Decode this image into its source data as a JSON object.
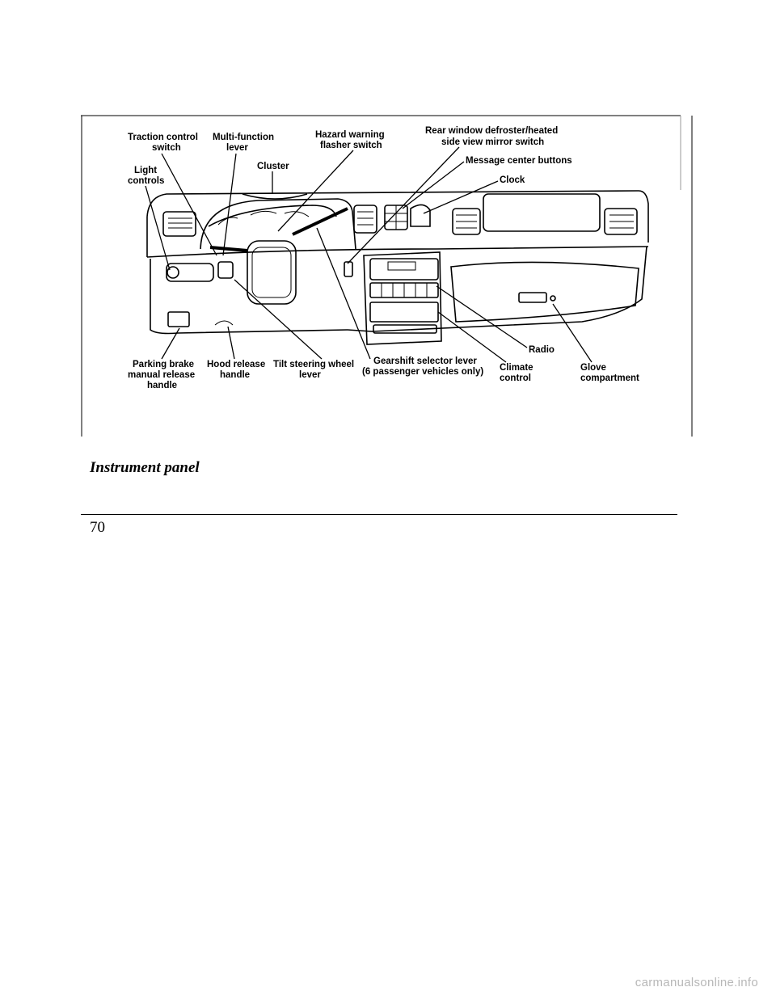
{
  "figure": {
    "labels": {
      "traction_l1": "Traction control",
      "traction_l2": "switch",
      "multifunction_l1": "Multi-function",
      "multifunction_l2": "lever",
      "hazard_l1": "Hazard warning",
      "hazard_l2": "flasher switch",
      "rear_l1": "Rear window defroster/heated",
      "rear_l2": "side view mirror switch",
      "light_l1": "Light",
      "light_l2": "controls",
      "cluster": "Cluster",
      "message": "Message center buttons",
      "clock": "Clock",
      "radio": "Radio",
      "parking_l1": "Parking brake",
      "parking_l2": "manual release",
      "parking_l3": "handle",
      "hood_l1": "Hood release",
      "hood_l2": "handle",
      "tilt_l1": "Tilt steering wheel",
      "tilt_l2": "lever",
      "gear_l1": "Gearshift selector lever",
      "gear_l2": "(6 passenger vehicles only)",
      "climate_l1": "Climate",
      "climate_l2": "control",
      "glove_l1": "Glove",
      "glove_l2": "compartment"
    }
  },
  "caption": "Instrument panel",
  "page_number": "70",
  "footer_watermark": "carmanualsonline.info"
}
